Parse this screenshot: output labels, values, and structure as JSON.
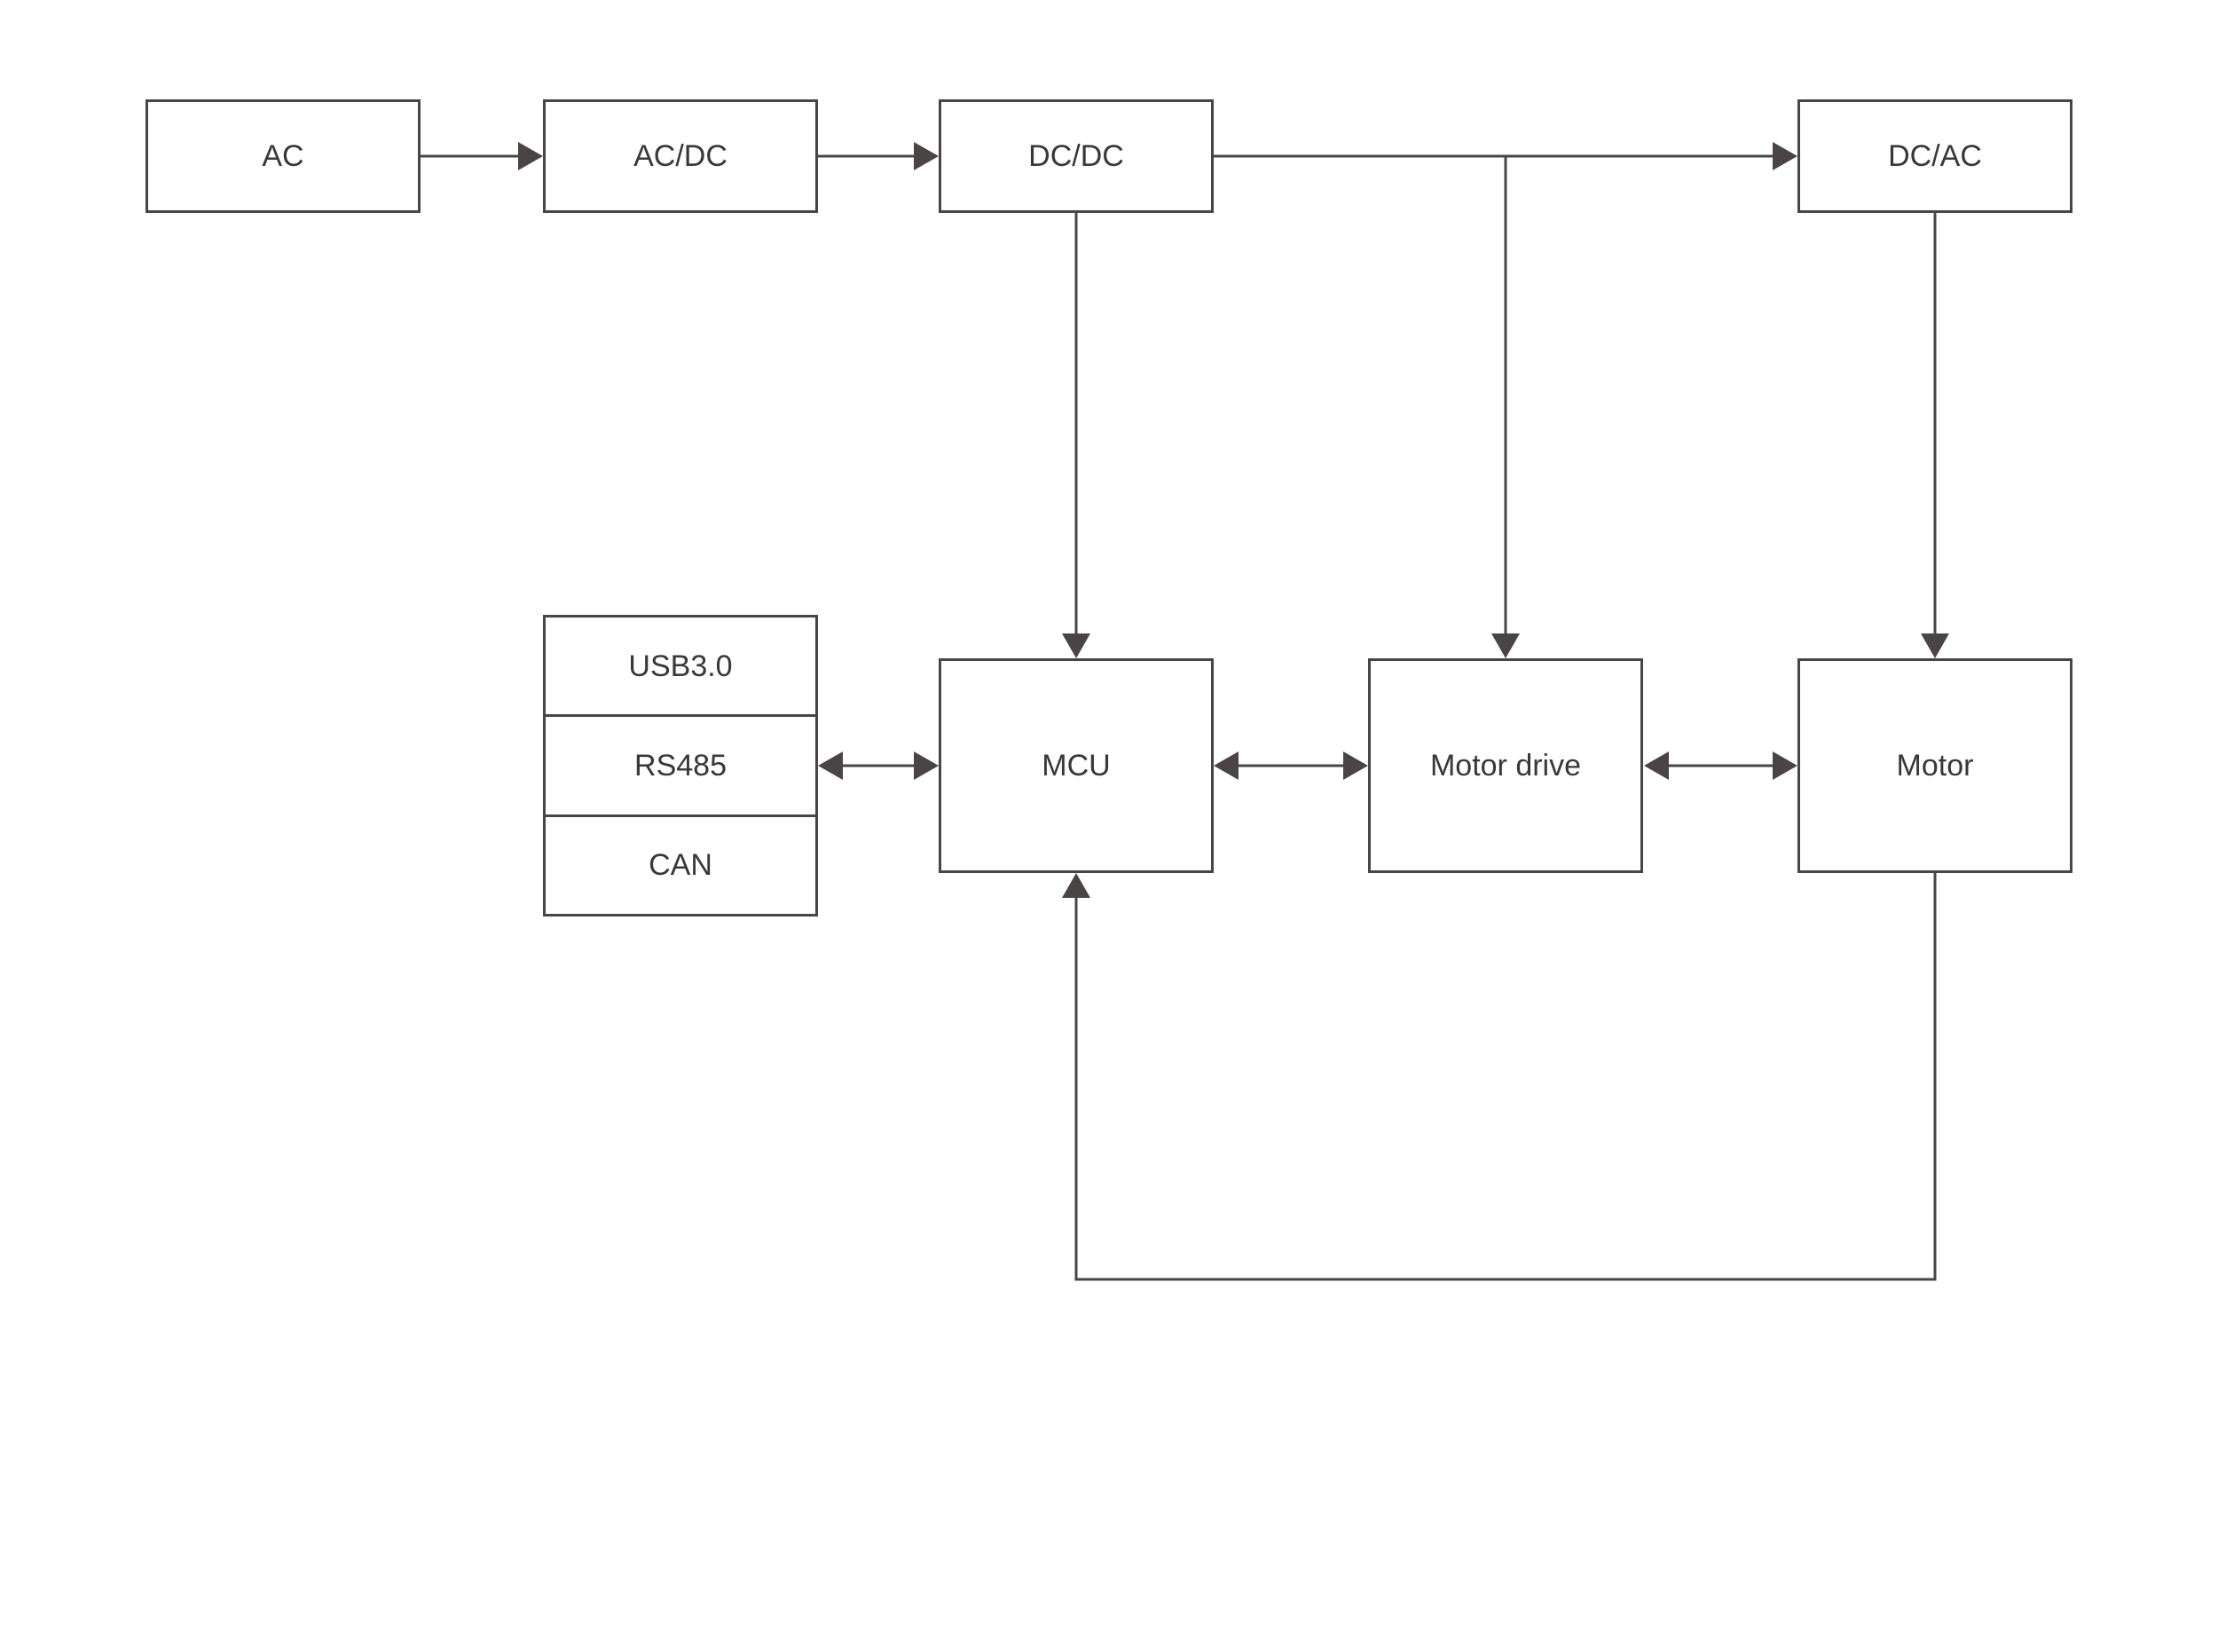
{
  "colors": {
    "line": "#4a4445",
    "text": "#3b3637",
    "box_fill": "#ffffff",
    "page_bg": "#ffffff"
  },
  "diagram": {
    "power_row": [
      {
        "label": "AC"
      },
      {
        "label": "AC/DC"
      },
      {
        "label": "DC/DC"
      },
      {
        "label": "DC/AC"
      }
    ],
    "interface_stack": [
      {
        "label": "USB3.0"
      },
      {
        "label": "RS485"
      },
      {
        "label": "CAN"
      }
    ],
    "control_row": [
      {
        "label": "MCU"
      },
      {
        "label": "Motor drive"
      },
      {
        "label": "Motor"
      }
    ],
    "connections": [
      {
        "from": "AC",
        "to": "AC/DC",
        "direction": "one-way"
      },
      {
        "from": "AC/DC",
        "to": "DC/DC",
        "direction": "one-way"
      },
      {
        "from": "DC/DC",
        "to": "DC/AC",
        "direction": "one-way"
      },
      {
        "from": "DC/DC",
        "to": "MCU",
        "direction": "one-way"
      },
      {
        "from": "DC/DC",
        "to": "Motor drive",
        "direction": "one-way"
      },
      {
        "from": "DC/AC",
        "to": "Motor",
        "direction": "one-way"
      },
      {
        "from": "RS485",
        "to": "MCU",
        "direction": "two-way"
      },
      {
        "from": "MCU",
        "to": "Motor drive",
        "direction": "two-way"
      },
      {
        "from": "Motor drive",
        "to": "Motor",
        "direction": "two-way"
      },
      {
        "from": "Motor",
        "to": "MCU",
        "direction": "one-way",
        "route": "bottom-feedback"
      }
    ]
  }
}
